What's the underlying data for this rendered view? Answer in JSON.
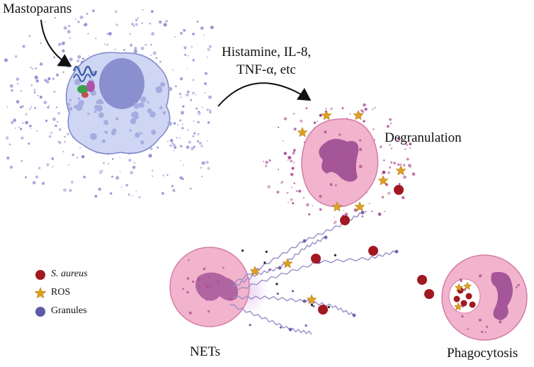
{
  "labels": {
    "mastoparans": "Mastoparans",
    "mediators_line1": "Histamine, IL-8,",
    "mediators_line2": "TNF-α, etc",
    "degranulation": "Degranulation",
    "nets": "NETs",
    "phagocytosis": "Phagocytosis"
  },
  "legend": {
    "items": [
      {
        "label": "S. aureus",
        "italic": true,
        "icon": "bacterium-icon",
        "color": "#a11820"
      },
      {
        "label": "ROS",
        "italic": false,
        "icon": "star-icon",
        "color": "#e0a020"
      },
      {
        "label": "Granules",
        "italic": false,
        "icon": "granule-icon",
        "color": "#5e5aa8"
      }
    ]
  },
  "colors": {
    "mast_cell_fill": "#cfd6f4",
    "mast_cell_nucleus": "#8a8fcf",
    "granule": "#8e8ed2",
    "neutrophil_fill": "#f2b3cd",
    "neutrophil_nucleus": "#a45698",
    "bacterium": "#a11820",
    "ros": "#e0a020",
    "net_fiber": "#9a8fc9"
  }
}
